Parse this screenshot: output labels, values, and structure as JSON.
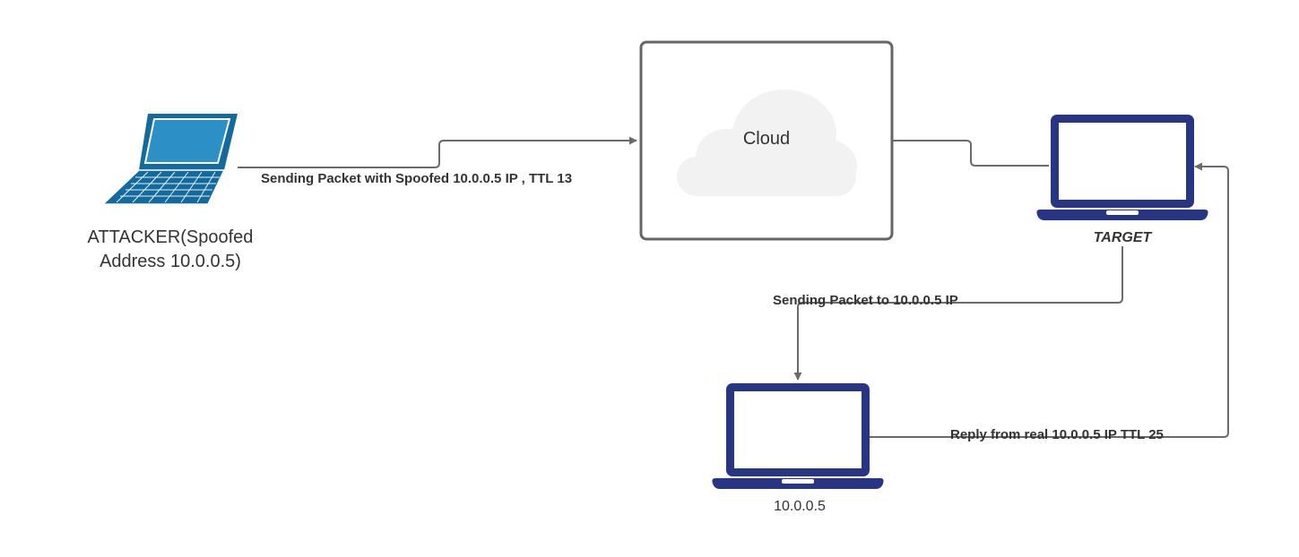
{
  "nodes": {
    "attacker": {
      "label": "ATTACKER(Spoofed Address 10.0.0.5)",
      "icon": "laptop-icon",
      "color": "#126b9c"
    },
    "cloud": {
      "label": "Cloud",
      "icon": "cloud-icon",
      "color": "#f2f2f2"
    },
    "target": {
      "label": "TARGET",
      "icon": "laptop-icon",
      "color": "#283583"
    },
    "real_host": {
      "label": "10.0.0.5",
      "icon": "laptop-icon",
      "color": "#283583"
    }
  },
  "edges": [
    {
      "from": "attacker",
      "to": "cloud",
      "label": "Sending Packet with Spoofed 10.0.0.5 IP , TTL 13"
    },
    {
      "from": "cloud",
      "to": "target",
      "label": ""
    },
    {
      "from": "target",
      "to": "real_host",
      "label": "Sending Packet to 10.0.0.5 IP"
    },
    {
      "from": "real_host",
      "to": "target",
      "label": "Reply from real 10.0.0.5 IP TTL 25"
    }
  ],
  "colors": {
    "connector": "#6b6b6b",
    "text": "#333333"
  }
}
